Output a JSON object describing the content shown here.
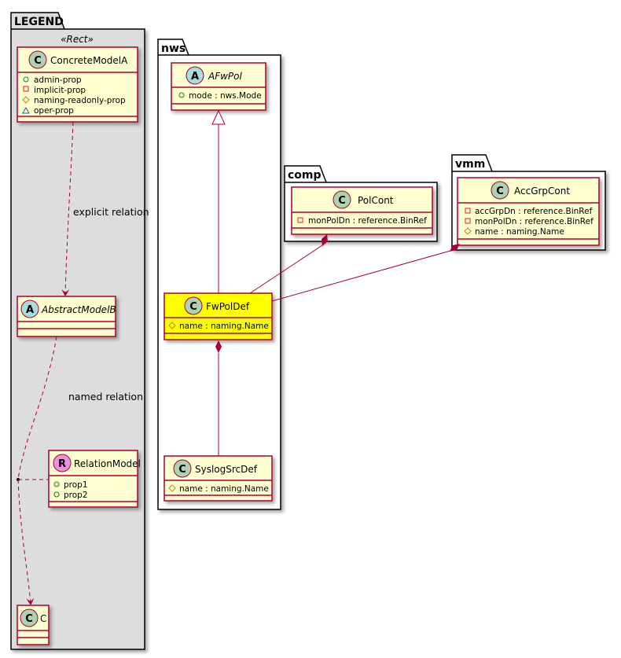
{
  "colors": {
    "class_fill": "#FEFECE",
    "border": "#A80036",
    "highlight": "#FFFF00",
    "legend_bg": "#DDDDDD",
    "class_badge": "#ADD1B2",
    "abstract_badge": "#A9DCDF",
    "relation_badge": "#EB93DF"
  },
  "legend": {
    "title": "LEGEND",
    "stereotype": "«Rect»",
    "concrete": {
      "badge": "C",
      "name": "ConcreteModelA",
      "attrs": [
        "admin-prop",
        "implicit-prop",
        "naming-readonly-prop",
        "oper-prop"
      ]
    },
    "abstract": {
      "badge": "A",
      "name": "AbstractModelB"
    },
    "relation": {
      "badge": "R",
      "name": "RelationModel",
      "attrs": [
        "prop1",
        "prop2"
      ]
    },
    "c": {
      "badge": "C",
      "name": "C"
    },
    "explicit_label": "explicit relation",
    "named_label": "named relation"
  },
  "nws": {
    "title": "nws",
    "afwpol": {
      "badge": "A",
      "name": "AFwPol",
      "attrs": [
        "mode : nws.Mode"
      ]
    },
    "fwpoldef": {
      "badge": "C",
      "name": "FwPolDef",
      "attrs": [
        "name : naming.Name"
      ]
    },
    "syslog": {
      "badge": "C",
      "name": "SyslogSrcDef",
      "attrs": [
        "name : naming.Name"
      ]
    }
  },
  "comp": {
    "title": "comp",
    "polcont": {
      "badge": "C",
      "name": "PolCont",
      "attrs": [
        "monPolDn : reference.BinRef"
      ]
    }
  },
  "vmm": {
    "title": "vmm",
    "accgrp": {
      "badge": "C",
      "name": "AccGrpCont",
      "attrs": [
        "accGrpDn : reference.BinRef",
        "monPolDn : reference.BinRef",
        "name : naming.Name"
      ]
    }
  }
}
